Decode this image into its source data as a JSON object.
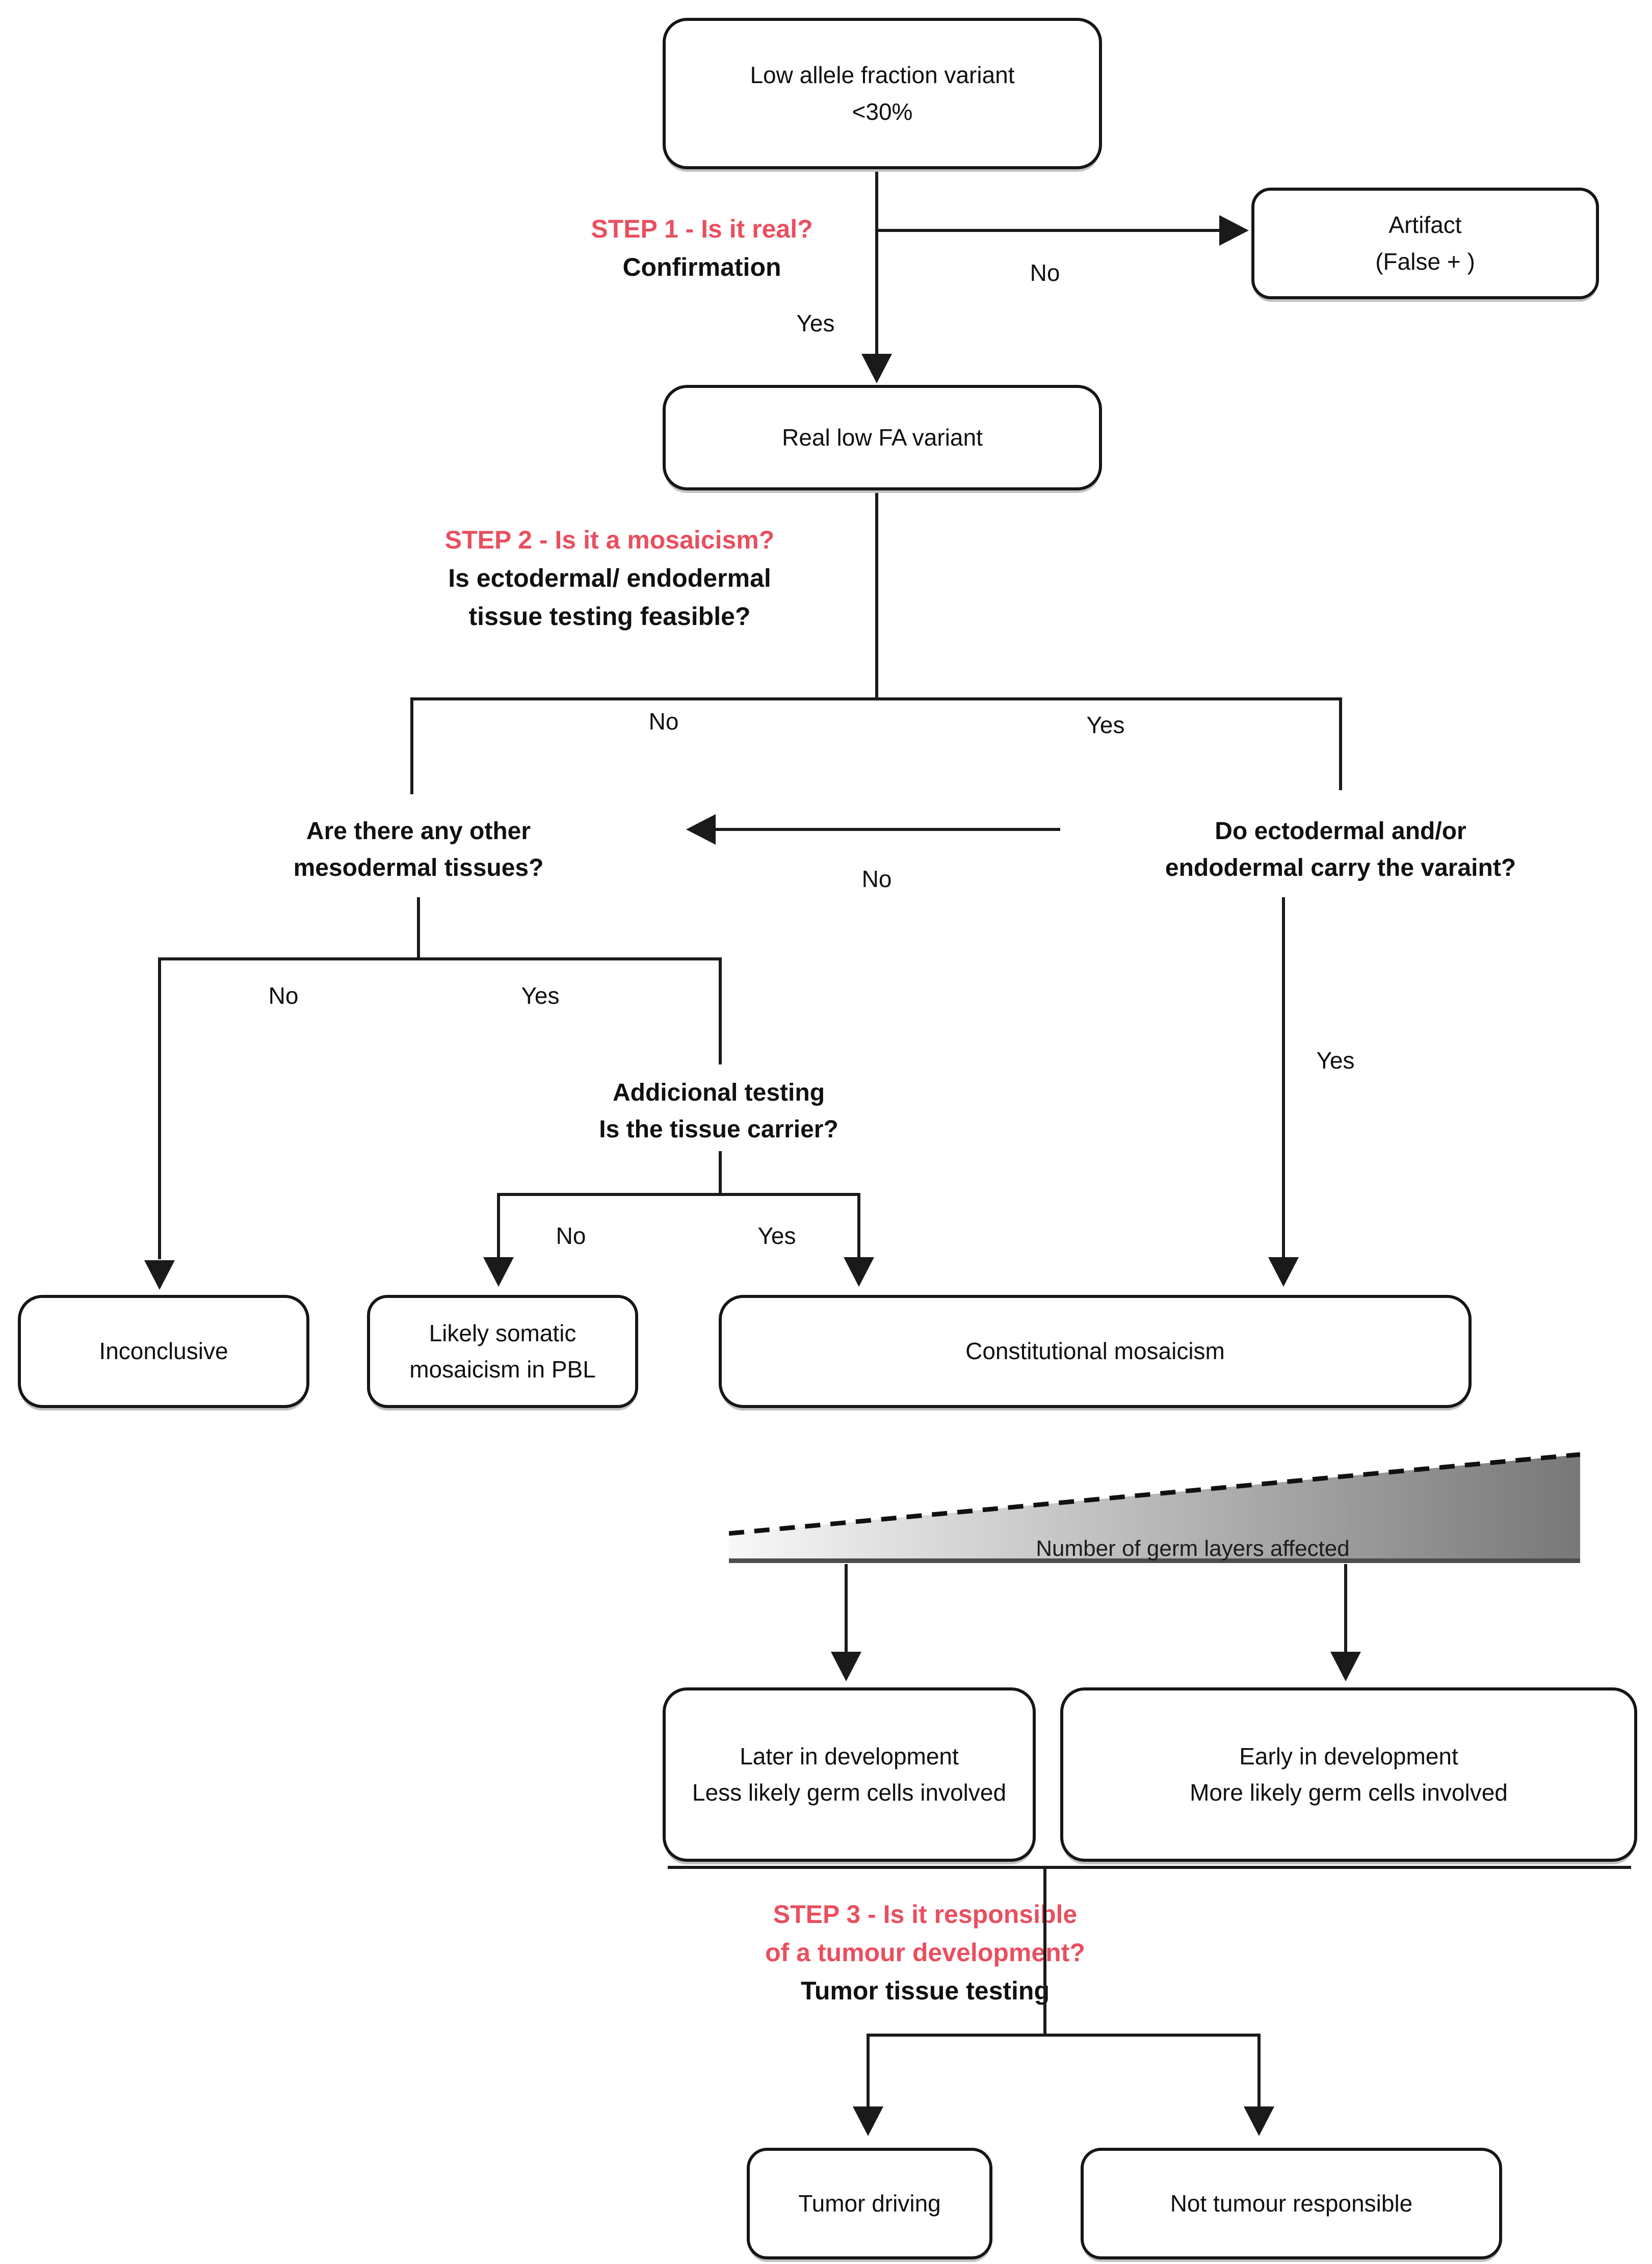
{
  "diagram": {
    "nodes": {
      "low_allele": {
        "line1": "Low allele fraction variant",
        "line2": "<30%"
      },
      "artifact": {
        "line1": "Artifact",
        "line2": "(False + )"
      },
      "real_variant": {
        "label": "Real low FA variant"
      },
      "inconclusive": {
        "label": "Inconclusive"
      },
      "somatic_pbl": {
        "line1": "Likely somatic",
        "line2": "mosaicism in PBL"
      },
      "constitutional": {
        "label": "Constitutional mosaicism"
      },
      "later_dev": {
        "line1": "Later in development",
        "line2": "Less likely germ cells involved"
      },
      "early_dev": {
        "line1": "Early in development",
        "line2": "More likely germ cells involved"
      },
      "tumor_driving": {
        "label": "Tumor driving"
      },
      "not_responsible": {
        "label": "Not tumour responsible"
      }
    },
    "steps": {
      "step1": {
        "title": "STEP 1 - Is it real?",
        "subtitle": "Confirmation"
      },
      "step2": {
        "title": "STEP 2 - Is it a mosaicism?",
        "subtitle_line1": "Is ectodermal/ endodermal",
        "subtitle_line2": "tissue testing feasible?"
      },
      "step3": {
        "title_line1": "STEP 3 - Is it responsible",
        "title_line2": "of a tumour development?",
        "subtitle": "Tumor tissue testing"
      }
    },
    "questions": {
      "mesodermal": {
        "line1": "Are there any other",
        "line2": "mesodermal tissues?"
      },
      "ecto_endo": {
        "line1": "Do ectodermal and/or",
        "line2": "endodermal carry the varaint?"
      },
      "additional": {
        "line1": "Addicional testing",
        "line2": "Is the tissue carrier?"
      }
    },
    "edge_labels": {
      "step1_no": "No",
      "step1_yes": "Yes",
      "step2_no": "No",
      "step2_yes": "Yes",
      "ecto_no": "No",
      "ecto_yes": "Yes",
      "meso_no": "No",
      "meso_yes": "Yes",
      "carrier_no": "No",
      "carrier_yes": "Yes"
    },
    "wedge": {
      "label": "Number of germ layers affected",
      "gradient_start": "#f8f8f8",
      "gradient_end": "#787878"
    },
    "colors": {
      "step_red": "#e94f5f",
      "line_black": "#1a1a1a"
    }
  }
}
